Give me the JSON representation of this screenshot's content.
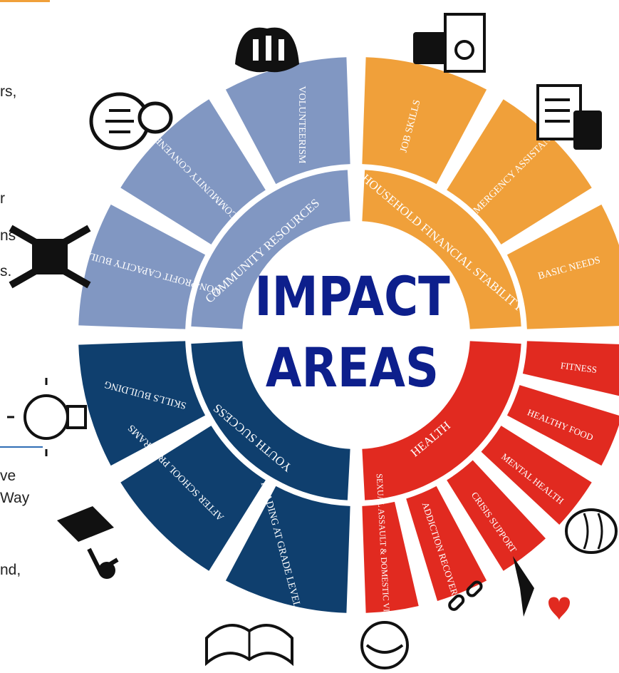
{
  "left_text_fragments": [
    "rs,",
    "r",
    "ns",
    "s.",
    "ve",
    "Way",
    "nd,"
  ],
  "center": {
    "line1": "IMPACT",
    "line2": "AREAS"
  },
  "colors": {
    "community": "#8197c2",
    "financial": "#f0a03a",
    "health": "#e12a20",
    "youth": "#0f3f6e",
    "center_text": "#0d1f8c"
  },
  "quadrants": [
    {
      "key": "community",
      "label": "COMMUNITY RESOURCES",
      "items": [
        "NON-PROFIT CAPACITY BUILDING",
        "COMMUNITY CONVENER",
        "VOLUNTEERISM"
      ]
    },
    {
      "key": "financial",
      "label": "HOUSEHOLD FINANCIAL STABILITY",
      "items": [
        "JOB SKILLS",
        "EMERGENCY ASSISTANCE",
        "BASIC NEEDS"
      ]
    },
    {
      "key": "health",
      "label": "HEALTH",
      "items": [
        "FITNESS",
        "HEALTHY FOOD",
        "MENTAL HEALTH",
        "CRISIS SUPPORT",
        "ADDICTION RECOVERY",
        "SEXUAL ASSAULT & DOMESTIC VIOLENCE"
      ]
    },
    {
      "key": "youth",
      "label": "YOUTH SUCCESS",
      "items": [
        "READING AT GRADE LEVEL",
        "AFTER SCHOOL PROGRAMS",
        "SKILLS BUILDING"
      ]
    }
  ],
  "icons": [
    "raised-hands-icon",
    "briefcase-document-icon",
    "invoice-calculator-icon",
    "speech-bubbles-icon",
    "puzzle-hands-icon",
    "lightbulb-icon",
    "graduate-icon",
    "open-book-icon",
    "hug-icon",
    "broken-chain-icon",
    "heart-hand-icon",
    "brain-hands-icon"
  ]
}
